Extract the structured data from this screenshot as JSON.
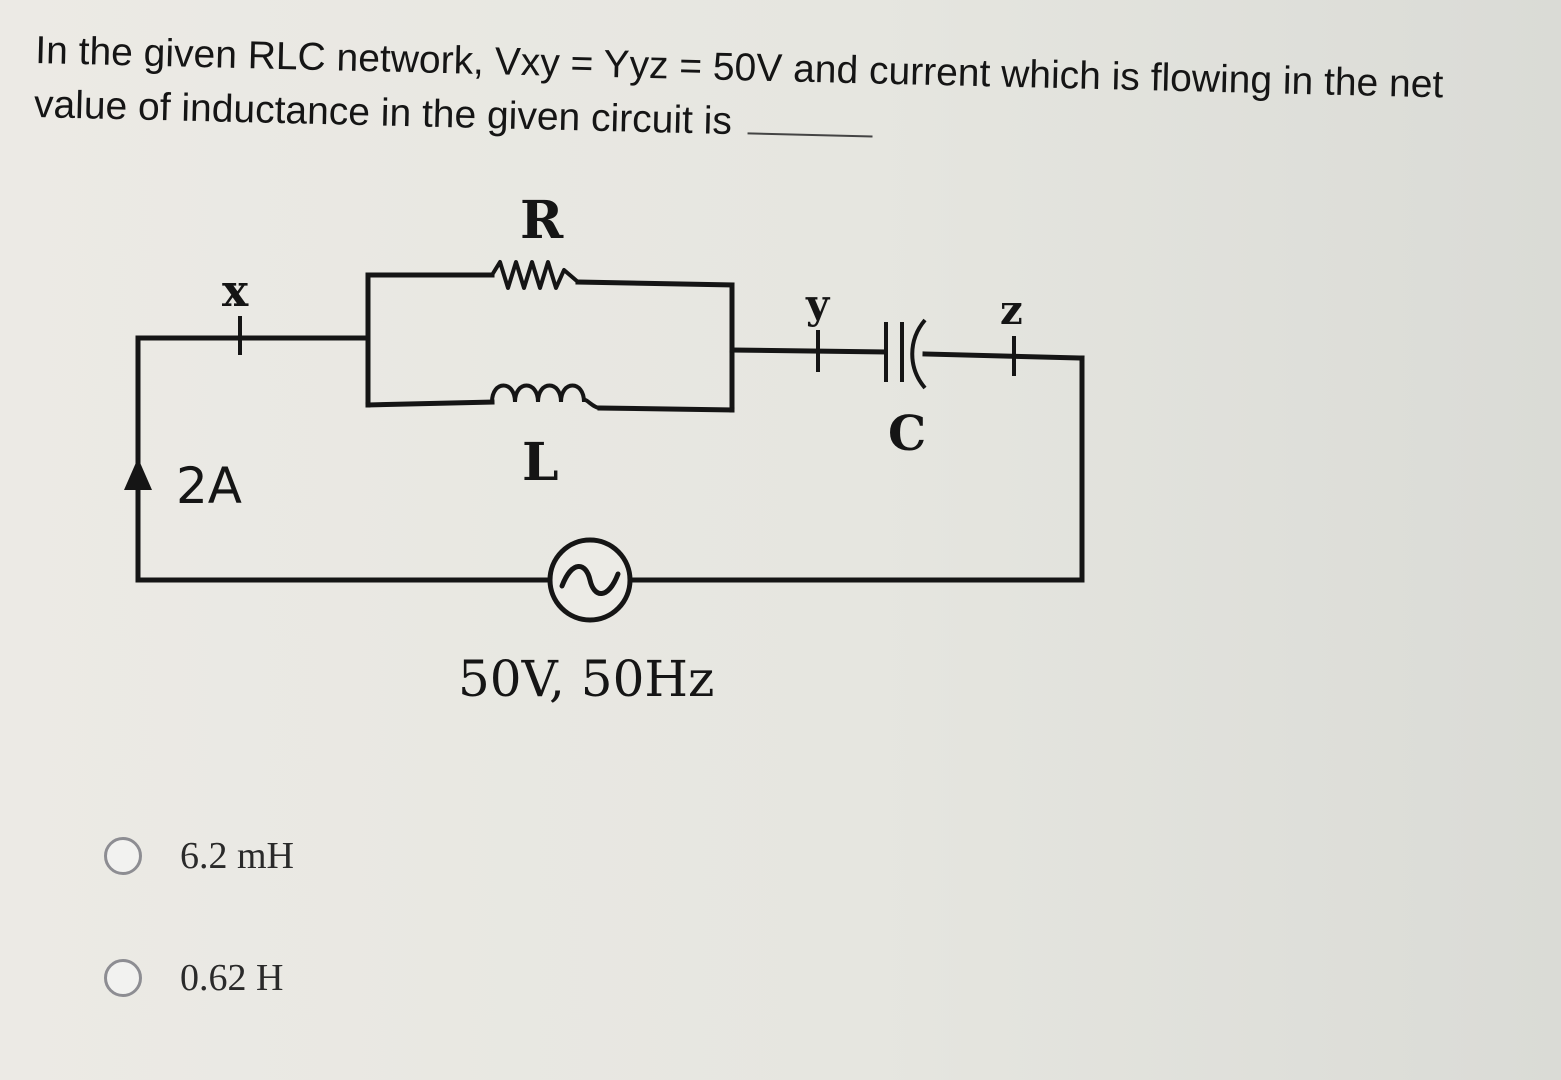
{
  "question": {
    "line1": "In the given RLC network, Vxy = Yyz = 50V and current which is flowing in the net",
    "line2": "value of inductance in the given circuit is"
  },
  "circuit": {
    "labels": {
      "resistor": "R",
      "inductor": "L",
      "capacitor": "C",
      "node_x": "x",
      "node_y": "y",
      "node_z": "z",
      "current": "2A",
      "source": "50V, 50Hz"
    }
  },
  "options": [
    {
      "label": "6.2 mH"
    },
    {
      "label": "0.62 H"
    }
  ]
}
